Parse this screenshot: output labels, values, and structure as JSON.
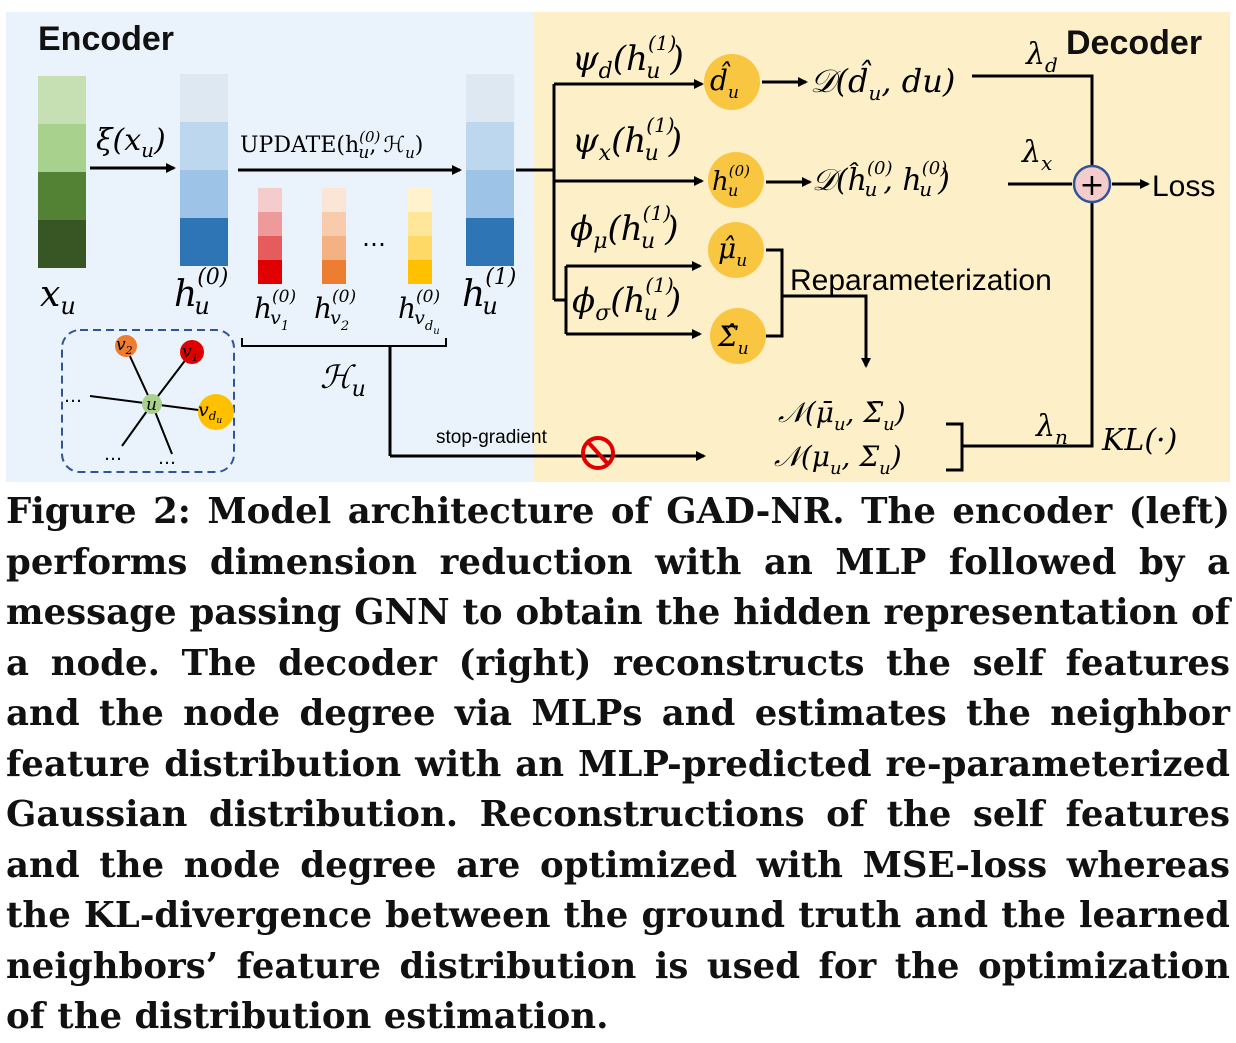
{
  "encoder": {
    "title": "Encoder",
    "xi_label": "ξ(x",
    "xi_sub": "u",
    "update_label": "UPDATE(h",
    "update_sup": "(0)",
    "update_sub": "u",
    "update_tail": ", ℋ",
    "update_tail_sub": "u",
    "update_close": ")",
    "x_label": "x",
    "x_sub": "u",
    "h0_label": "h",
    "h0_sup": "(0)",
    "h0_sub": "u",
    "hv1_label": "h",
    "hv1_sup": "(0)",
    "hv1_sub": "v",
    "hv1_subsub": "1",
    "hv2_label": "h",
    "hv2_sup": "(0)",
    "hv2_sub": "v",
    "hv2_subsub": "2",
    "hvd_label": "h",
    "hvd_sup": "(0)",
    "hvd_sub": "v",
    "hvd_subsub": "d",
    "hvd_subsubsub": "u",
    "ellipsis": "…",
    "h1_label": "h",
    "h1_sup": "(1)",
    "h1_sub": "u",
    "neighbors_label": "ℋ",
    "neighbors_sub": "u",
    "stop_gradient": "stop-gradient",
    "graph": {
      "center": "u",
      "v1": "v",
      "v1_sub": "1",
      "v2": "v",
      "v2_sub": "2",
      "vd": "v",
      "vd_sub": "d",
      "vd_subsub": "u",
      "ellipsis": "…"
    }
  },
  "decoder": {
    "title": "Decoder",
    "psi_d": "ψ",
    "psi_d_sub": "d",
    "psi_x": "ψ",
    "psi_x_sub": "x",
    "phi_mu": "ϕ",
    "phi_mu_sub": "μ",
    "phi_sigma": "ϕ",
    "phi_sigma_sub": "σ",
    "fn_arg": "(h",
    "fn_arg_sup": "(1)",
    "fn_arg_sub": "u",
    "fn_close": ")",
    "d_hat": "d̂",
    "d_hat_sub": "u",
    "h_node": "h",
    "h_node_sup": "(0)",
    "h_node_sub": "u",
    "mu_hat": "μ̂",
    "mu_hat_sub": "u",
    "sigma_hat": "Σ̂",
    "sigma_hat_sub": "u",
    "loss_d": "𝒟(d̂",
    "loss_d_sub": "u",
    "loss_d_tail": ", du)",
    "loss_x": "𝒟(ĥ",
    "loss_x_sup": "(0)",
    "loss_x_sub": "u",
    "loss_x_mid": ", h",
    "loss_x_sup2": "(0)",
    "loss_x_sub2": "u",
    "loss_x_tail": ")",
    "lambda_d": "λ",
    "lambda_d_sub": "d",
    "lambda_x": "λ",
    "lambda_x_sub": "x",
    "lambda_n": "λ",
    "lambda_n_sub": "n",
    "plus": "+",
    "loss": "Loss",
    "reparam": "Reparameterization",
    "normal_bar": "𝒩(μ̄",
    "normal_bar_sub": "u",
    "normal_bar_mid": ", Σ̄",
    "normal_bar_sub2": "u",
    "normal_bar_tail": ")",
    "normal": "𝒩(μ",
    "normal_sub": "u",
    "normal_mid": ", Σ",
    "normal_sub2": "u",
    "normal_tail": ")",
    "kl": "KL(·)"
  },
  "caption": {
    "label": "Figure 2:",
    "text": "Model architecture of GAD-NR. The encoder (left) performs dimension reduction with an MLP followed by a message passing GNN to obtain the hidden representation of a node. The decoder (right) reconstructs the self features and the node degree via MLPs and estimates the neighbor feature distribution with an MLP-predicted re-parameterized Gaussian distribution. Reconstructions of the self features and the node degree are optimized with MSE-loss whereas the KL-divergence between the ground truth and the learned neighbors’ feature distribution is used for the optimization of the distribution estimation."
  },
  "colors": {
    "encoder_bg": "#eaf3fb",
    "decoder_bg": "#fdefc8",
    "node_yellow": "#f9c642",
    "green_stack": [
      "#c6e0b4",
      "#a9d18e",
      "#548235",
      "#375623"
    ],
    "blue_stack": [
      "#dde8f3",
      "#bdd7ee",
      "#9dc3e6",
      "#2e75b6"
    ],
    "red_stack": [
      "#f4cccc",
      "#ee9a9a",
      "#e65c5c",
      "#e00000"
    ],
    "orange_stack": [
      "#fbe5d6",
      "#f8cbad",
      "#f4b183",
      "#ed7d31"
    ],
    "gold_stack": [
      "#fff2cc",
      "#ffe699",
      "#ffd966",
      "#ffc000"
    ]
  }
}
